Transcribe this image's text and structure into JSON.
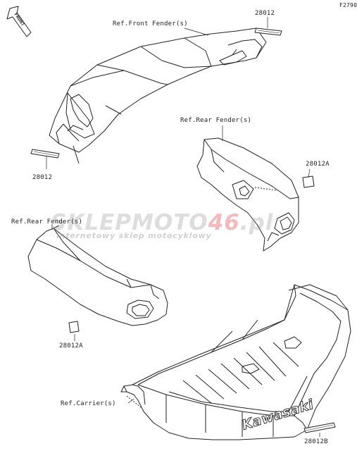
{
  "figure_code": "F2790",
  "front_badge": "FRONT",
  "labels": {
    "front_fender": "Ref.Front Fender(s)",
    "rear_fender_upper": "Ref.Rear Fender(s)",
    "rear_fender_lower": "Ref.Rear Fender(s)",
    "carrier": "Ref.Carrier(s)"
  },
  "part_numbers": {
    "top_right": "28012",
    "front_fender_left": "28012",
    "rear_fender_right": "28012A",
    "rear_fender_left": "28012A",
    "carrier_bottom": "28012B"
  },
  "carrier_logo": "Kawasaki",
  "watermark": {
    "brand_a": "SKLEP",
    "brand_b": "MOTO",
    "brand_c": "46",
    "brand_d": ".pl",
    "subtitle": "internetowy sklep motocyklowy",
    "accent_color": "#e8737a"
  }
}
